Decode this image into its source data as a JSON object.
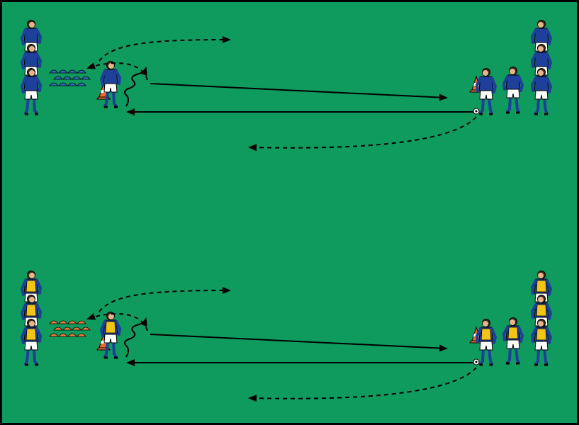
{
  "pitch": {
    "color": "#0f9a5e",
    "border_color": "#000000"
  },
  "drills": [
    {
      "id": "top",
      "team_jersey": "#1e3f9a",
      "team_shorts": "#ffffff",
      "team_socks": "#1e3f9a",
      "cone_color": "#2a6fb8",
      "players_left_line": 3,
      "players_right_line": 3
    },
    {
      "id": "bottom",
      "team_jersey": "#1e3f9a",
      "team_bib": "#f2c416",
      "team_shorts": "#ffffff",
      "team_socks": "#1e3f9a",
      "cone_color": "#f07a3a",
      "players_left_line": 3,
      "players_right_line": 3
    }
  ],
  "icons": {
    "player": "player-figure",
    "cone_stack": "disc-cones",
    "traffic_cone": "traffic-cone",
    "ball": "soccer-ball",
    "pass_arrow": "solid-arrow",
    "run_arrow": "dashed-arrow",
    "dribble": "wavy-dribble-line"
  },
  "colors": {
    "arrow": "#000000",
    "ball": "#ffffff",
    "cone_orange": "#f26a2a"
  }
}
